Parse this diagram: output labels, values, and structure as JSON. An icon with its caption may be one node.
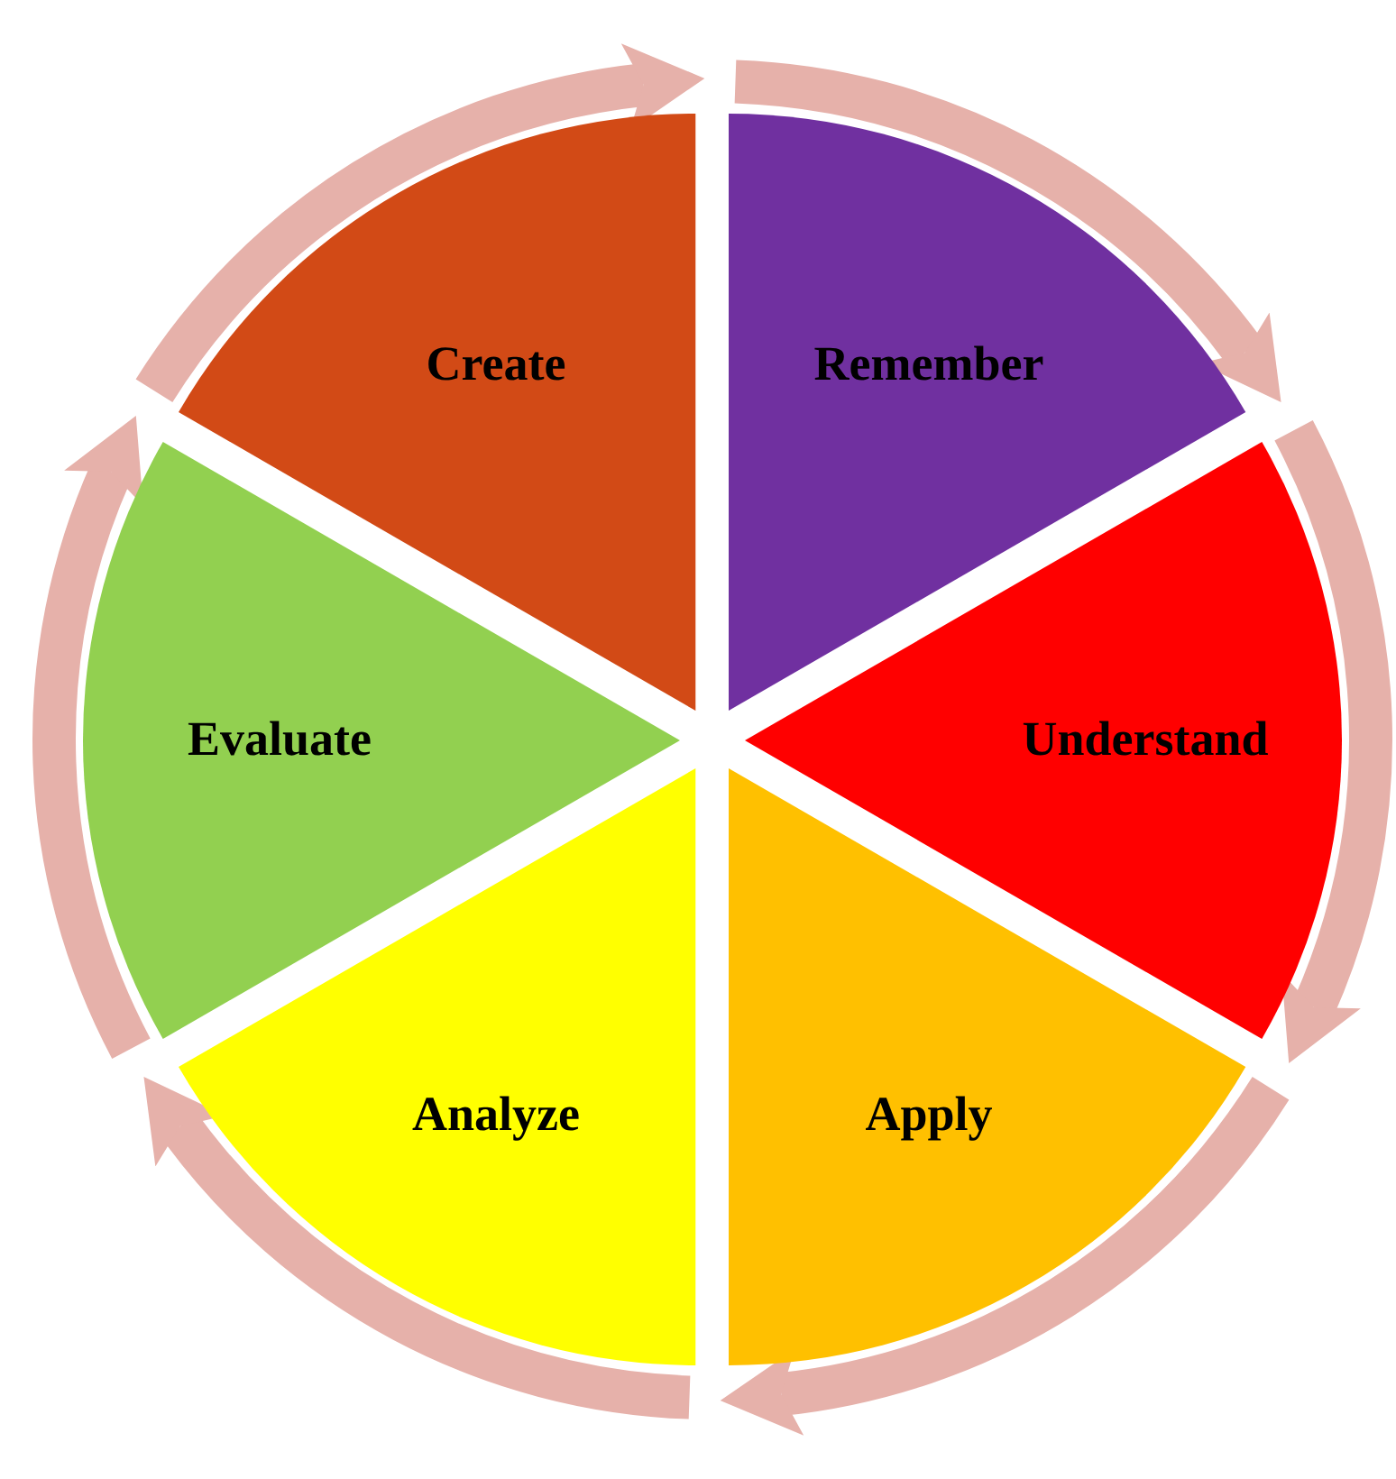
{
  "diagram": {
    "nodes": [
      {
        "text": [
          "Remember"
        ]
      },
      {
        "text": [
          "Understand"
        ]
      },
      {
        "text": [
          "Apply"
        ]
      },
      {
        "text": [
          "Analyze"
        ]
      },
      {
        "text": [
          "Evaluate"
        ]
      },
      {
        "text": [
          "Create"
        ]
      }
    ]
  }
}
